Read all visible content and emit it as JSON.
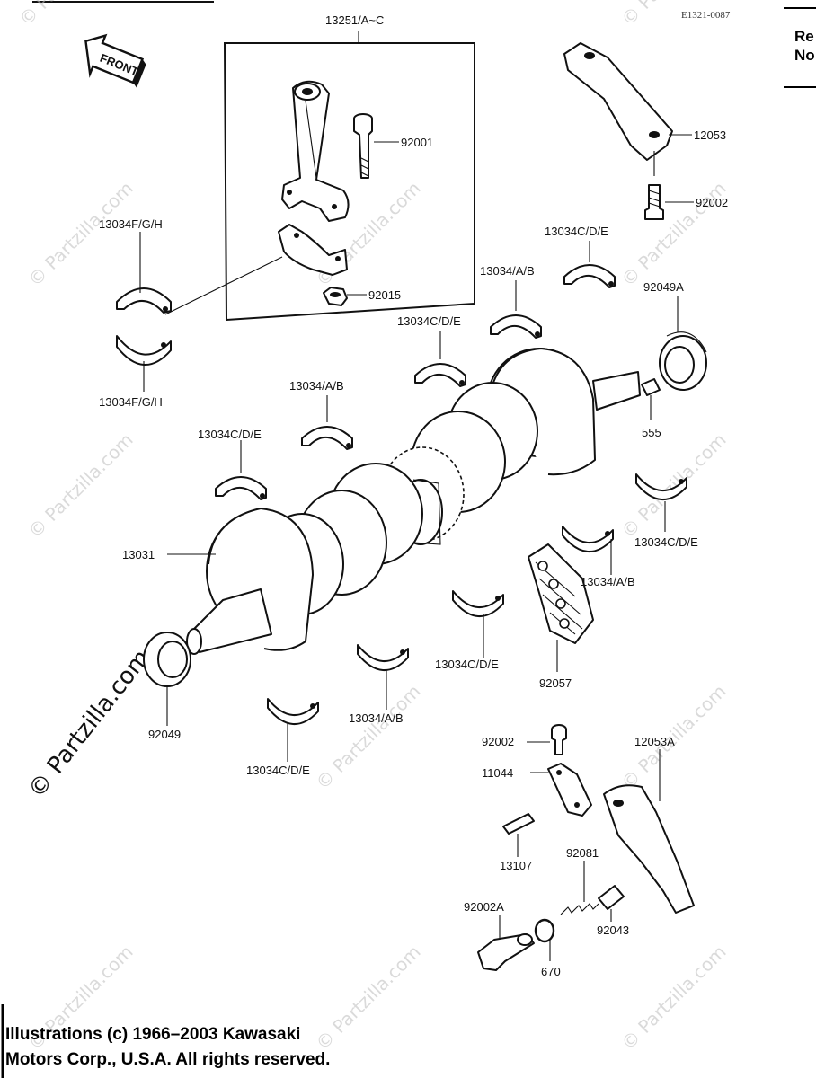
{
  "diagram": {
    "code": "E1321-0087",
    "front_label": "FRONT",
    "labels": {
      "conrod_set": "13251/A~C",
      "bolt_92001": "92001",
      "nut_92015": "92015",
      "arm_12053": "12053",
      "bolt_92002_top": "92002",
      "bearing_fgh_top": "13034F/G/H",
      "bearing_fgh_bottom": "13034F/G/H",
      "bearing_cde_1": "13034C/D/E",
      "bearing_ab_1": "13034/A/B",
      "bearing_cde_2": "13034C/D/E",
      "seal_92049A": "92049A",
      "bearing_ab_2": "13034/A/B",
      "pin_555": "555",
      "bearing_cde_3": "13034C/D/E",
      "bearing_cde_4": "13034C/D/E",
      "crankshaft_13031": "13031",
      "bearing_ab_3": "13034/A/B",
      "bearing_cde_5": "13034C/D/E",
      "chain_92057": "92057",
      "seal_92049": "92049",
      "bearing_ab_4": "13034/A/B",
      "bearing_cde_6": "13034C/D/E",
      "bolt_92002_bottom": "92002",
      "arm_12053A": "12053A",
      "bracket_11044": "11044",
      "pin_13107": "13107",
      "spring_92081": "92081",
      "plug_92002A": "92002A",
      "pin_92043": "92043",
      "oring_670": "670"
    },
    "watermark": "© Partzilla.com"
  },
  "side_label": {
    "line1": "Re",
    "line2": "No"
  },
  "copyright": {
    "line1": "Illustrations (c) 1966–2003 Kawasaki",
    "line2": "Motors Corp., U.S.A.  All rights reserved."
  }
}
